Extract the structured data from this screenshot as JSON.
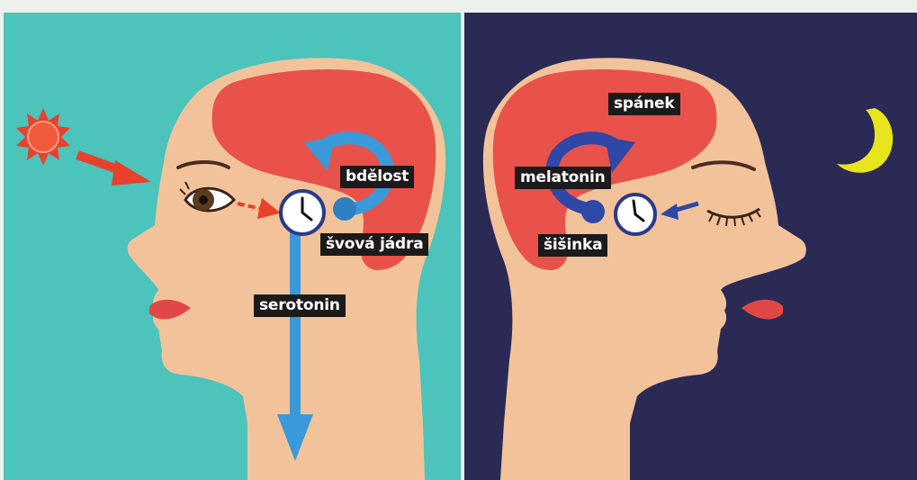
{
  "day_panel": {
    "labels": {
      "wakefulness": "bdělost",
      "nucleus": "švová jádra",
      "neurotransmitter": "serotonin"
    }
  },
  "night_panel": {
    "labels": {
      "sleep": "spánek",
      "hormone": "melatonin",
      "gland": "šišinka"
    }
  },
  "colors": {
    "day_background": "#4cc3bb",
    "night_background": "#2b2a55",
    "skin": "#f2c39a",
    "brain": "#e8524a",
    "day_arrow": "#3a9ad9",
    "night_arrow": "#2f47a6",
    "sun": "#e8412c",
    "moon": "#e8e41e",
    "label_background": "#1c1a1a"
  }
}
